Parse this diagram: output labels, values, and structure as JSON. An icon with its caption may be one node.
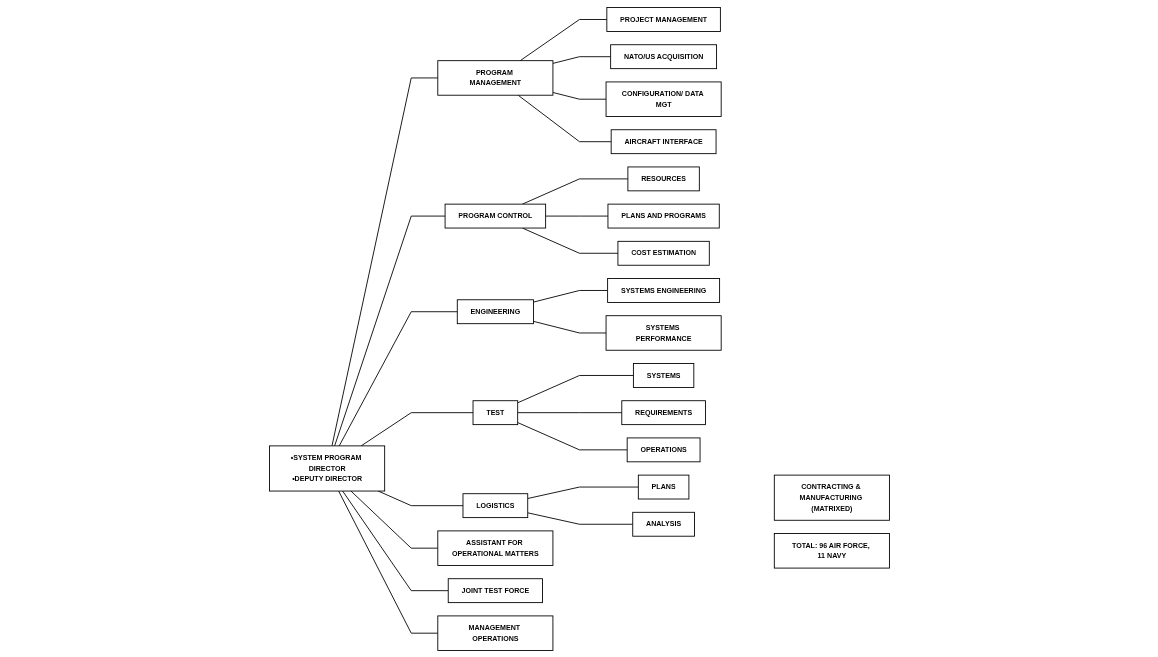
{
  "diagram": {
    "nodes": [
      {
        "text": [
          "•SYSTEM PROGRAM DIRECTOR",
          "•DEPUTY DIRECTOR"
        ]
      },
      {
        "text": [
          "ASSISTANT FOR OPERATIONAL MATTERS"
        ]
      },
      {
        "text": [
          "JOINT TEST FORCE"
        ]
      },
      {
        "text": [
          "MANAGEMENT OPERATIONS"
        ]
      },
      {
        "text": [
          "PROGRAM MANAGEMENT"
        ]
      },
      {
        "text": [
          "PROJECT MANAGEMENT"
        ]
      },
      {
        "text": [
          "NATO/US ACQUISITION"
        ]
      },
      {
        "text": [
          "CONFIGURATION/ DATA MGT"
        ]
      },
      {
        "text": [
          "AIRCRAFT INTERFACE"
        ]
      },
      {
        "text": [
          "PROGRAM CONTROL"
        ]
      },
      {
        "text": [
          "RESOURCES"
        ]
      },
      {
        "text": [
          "PLANS AND PROGRAMS"
        ]
      },
      {
        "text": [
          "COST ESTIMATION"
        ]
      },
      {
        "text": [
          "ENGINEERING"
        ]
      },
      {
        "text": [
          "SYSTEMS ENGINEERING"
        ]
      },
      {
        "text": [
          "SYSTEMS PERFORMANCE"
        ]
      },
      {
        "text": [
          "TEST"
        ]
      },
      {
        "text": [
          "SYSTEMS"
        ]
      },
      {
        "text": [
          "REQUIREMENTS"
        ]
      },
      {
        "text": [
          "OPERATIONS"
        ]
      },
      {
        "text": [
          "LOGISTICS"
        ]
      },
      {
        "text": [
          "PLANS"
        ]
      },
      {
        "text": [
          "ANALYSIS"
        ]
      },
      {
        "text": [
          "CONTRACTING & MANUFACTURING (MATRIXED)"
        ]
      },
      {
        "text": [
          "TOTAL: 96 AIR FORCE, 11 NAVY"
        ]
      }
    ],
    "edges": [
      {
        "from": 0,
        "to": 1,
        "arrow": "none"
      },
      {
        "from": 0,
        "to": 2,
        "arrow": "none"
      },
      {
        "from": 0,
        "to": 3,
        "arrow": "none"
      },
      {
        "from": 0,
        "to": 4,
        "arrow": "none"
      },
      {
        "from": 0,
        "to": 9,
        "arrow": "none"
      },
      {
        "from": 0,
        "to": 13,
        "arrow": "none"
      },
      {
        "from": 0,
        "to": 16,
        "arrow": "none"
      },
      {
        "from": 0,
        "to": 20,
        "arrow": "none"
      },
      {
        "from": 4,
        "to": 5,
        "arrow": "none"
      },
      {
        "from": 4,
        "to": 6,
        "arrow": "none"
      },
      {
        "from": 4,
        "to": 7,
        "arrow": "none"
      },
      {
        "from": 4,
        "to": 8,
        "arrow": "none"
      },
      {
        "from": 9,
        "to": 10,
        "arrow": "none"
      },
      {
        "from": 9,
        "to": 11,
        "arrow": "none"
      },
      {
        "from": 9,
        "to": 12,
        "arrow": "none"
      },
      {
        "from": 13,
        "to": 14,
        "arrow": "none"
      },
      {
        "from": 13,
        "to": 15,
        "arrow": "none"
      },
      {
        "from": 16,
        "to": 17,
        "arrow": "none"
      },
      {
        "from": 16,
        "to": 18,
        "arrow": "none"
      },
      {
        "from": 16,
        "to": 19,
        "arrow": "none"
      },
      {
        "from": 20,
        "to": 21,
        "arrow": "none"
      },
      {
        "from": 20,
        "to": 22,
        "arrow": "none"
      }
    ]
  }
}
